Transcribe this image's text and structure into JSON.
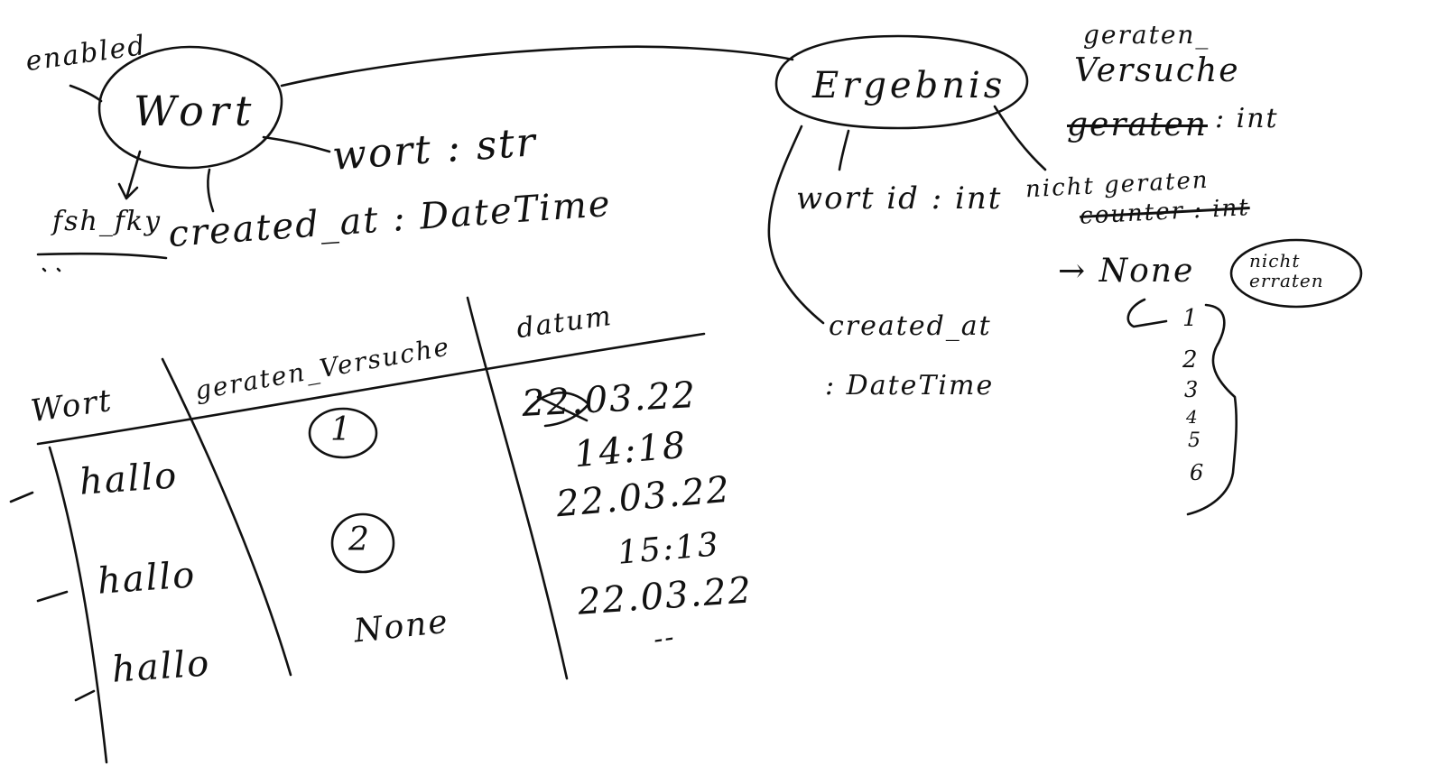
{
  "entities": {
    "wort": {
      "title": "Wort",
      "attr_enabled": "enabled",
      "attr_fshfky": "fsh_fky",
      "attr_wort": "wort : str",
      "attr_created": "created_at : DateTime"
    },
    "ergebnis": {
      "title": "Ergebnis",
      "attr_wortid": "wort id : int",
      "attr_created": "created_at",
      "attr_created_type": ": DateTime",
      "attr_geraten": "geraten_",
      "attr_versuche": "Versuche",
      "attr_struck_geraten": "geraten",
      "attr_int": ": int",
      "attr_nicht_geraten": "nicht geraten",
      "attr_struck_counter": "counter : int",
      "none_label": "→ None",
      "none_note": "nicht erraten",
      "attempts": [
        "1",
        "2",
        "3",
        "4",
        "5",
        "6"
      ]
    }
  },
  "table": {
    "headers": [
      "Wort",
      "geraten_Versuche",
      "datum"
    ],
    "rows": [
      {
        "wort": "hallo",
        "versuche": "1",
        "date": "22.03.22",
        "time": "14:18"
      },
      {
        "wort": "hallo",
        "versuche": "2",
        "date": "22.03.22",
        "time": "15:13"
      },
      {
        "wort": "hallo",
        "versuche": "None",
        "date": "22.03.22",
        "time": "--"
      }
    ]
  }
}
